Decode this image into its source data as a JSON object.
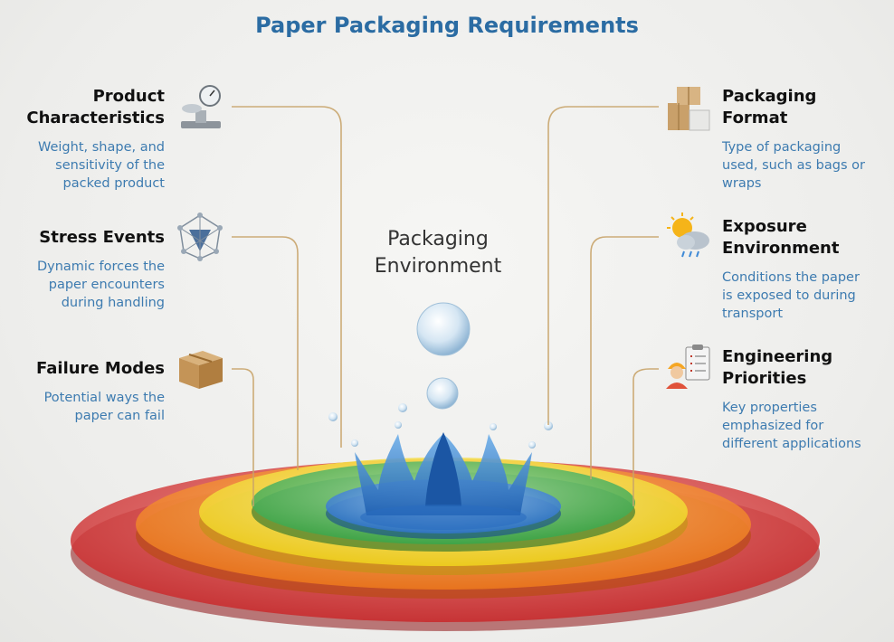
{
  "title": "Paper Packaging Requirements",
  "center": {
    "line1": "Packaging",
    "line2": "Environment"
  },
  "factors": {
    "product": {
      "title_line1": "Product",
      "title_line2": "Characteristics",
      "desc_line1": "Weight, shape, and",
      "desc_line2": "sensitivity of the",
      "desc_line3": "packed product",
      "icon": "scale-icon"
    },
    "stress": {
      "title_line1": "Stress Events",
      "desc_line1": "Dynamic forces the",
      "desc_line2": "paper encounters",
      "desc_line3": "during handling",
      "icon": "network-icon"
    },
    "failure": {
      "title_line1": "Failure Modes",
      "desc_line1": "Potential ways the",
      "desc_line2": "paper can fail",
      "icon": "box-icon"
    },
    "format": {
      "title_line1": "Packaging",
      "title_line2": "Format",
      "desc_line1": "Type of packaging",
      "desc_line2": "used, such as bags or",
      "desc_line3": "wraps",
      "icon": "packages-icon"
    },
    "exposure": {
      "title_line1": "Exposure",
      "title_line2": "Environment",
      "desc_line1": "Conditions the paper",
      "desc_line2": "is exposed to during",
      "desc_line3": "transport",
      "icon": "weather-icon"
    },
    "engineering": {
      "title_line1": "Engineering",
      "title_line2": "Priorities",
      "desc_line1": "Key properties",
      "desc_line2": "emphasized for",
      "desc_line3": "different applications",
      "icon": "engineer-clipboard-icon"
    }
  },
  "colors": {
    "title": "#2b6ca3",
    "description": "#3d7bb0",
    "ring_red": "#c9282a",
    "ring_orange": "#ee7a1c",
    "ring_yellow": "#f0d21e",
    "ring_green": "#39a64a",
    "ring_blue": "#2f74c8",
    "connector": "#c8a46a"
  }
}
